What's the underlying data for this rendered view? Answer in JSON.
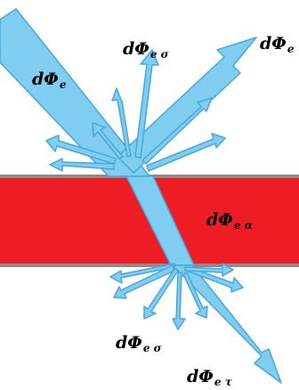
{
  "labels": {
    "incident": {
      "main": "dΦ",
      "sub": "e"
    },
    "reflected": {
      "main": "dΦ",
      "sub": "e"
    },
    "scattered_top": {
      "main": "dΦ",
      "sub": "e σ"
    },
    "absorbed": {
      "main": "dΦ",
      "sub": "e α"
    },
    "scattered_bottom": {
      "main": "dΦ",
      "sub": "e σ"
    },
    "transmitted": {
      "main": "dΦ",
      "sub": "e τ"
    }
  },
  "colors": {
    "beam_fill": "#7fcdf0",
    "beam_stroke": "#4aa8d8",
    "layer_fill": "#ee1c25",
    "layer_edge": "#8c8c8c"
  }
}
